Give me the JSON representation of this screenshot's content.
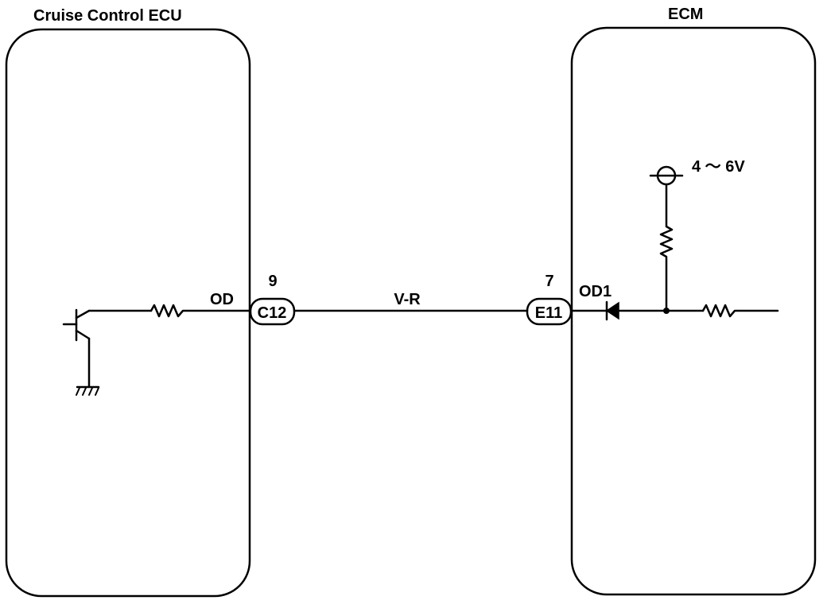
{
  "blocks": {
    "left": {
      "title": "Cruise Control ECU",
      "terminal": "OD"
    },
    "right": {
      "title": "ECM",
      "terminal": "OD1",
      "voltage": "4 ～ 6V"
    }
  },
  "connectors": [
    {
      "id": "C12",
      "pin": "9"
    },
    {
      "id": "E11",
      "pin": "7"
    }
  ],
  "wire": {
    "color_code": "V-R"
  }
}
